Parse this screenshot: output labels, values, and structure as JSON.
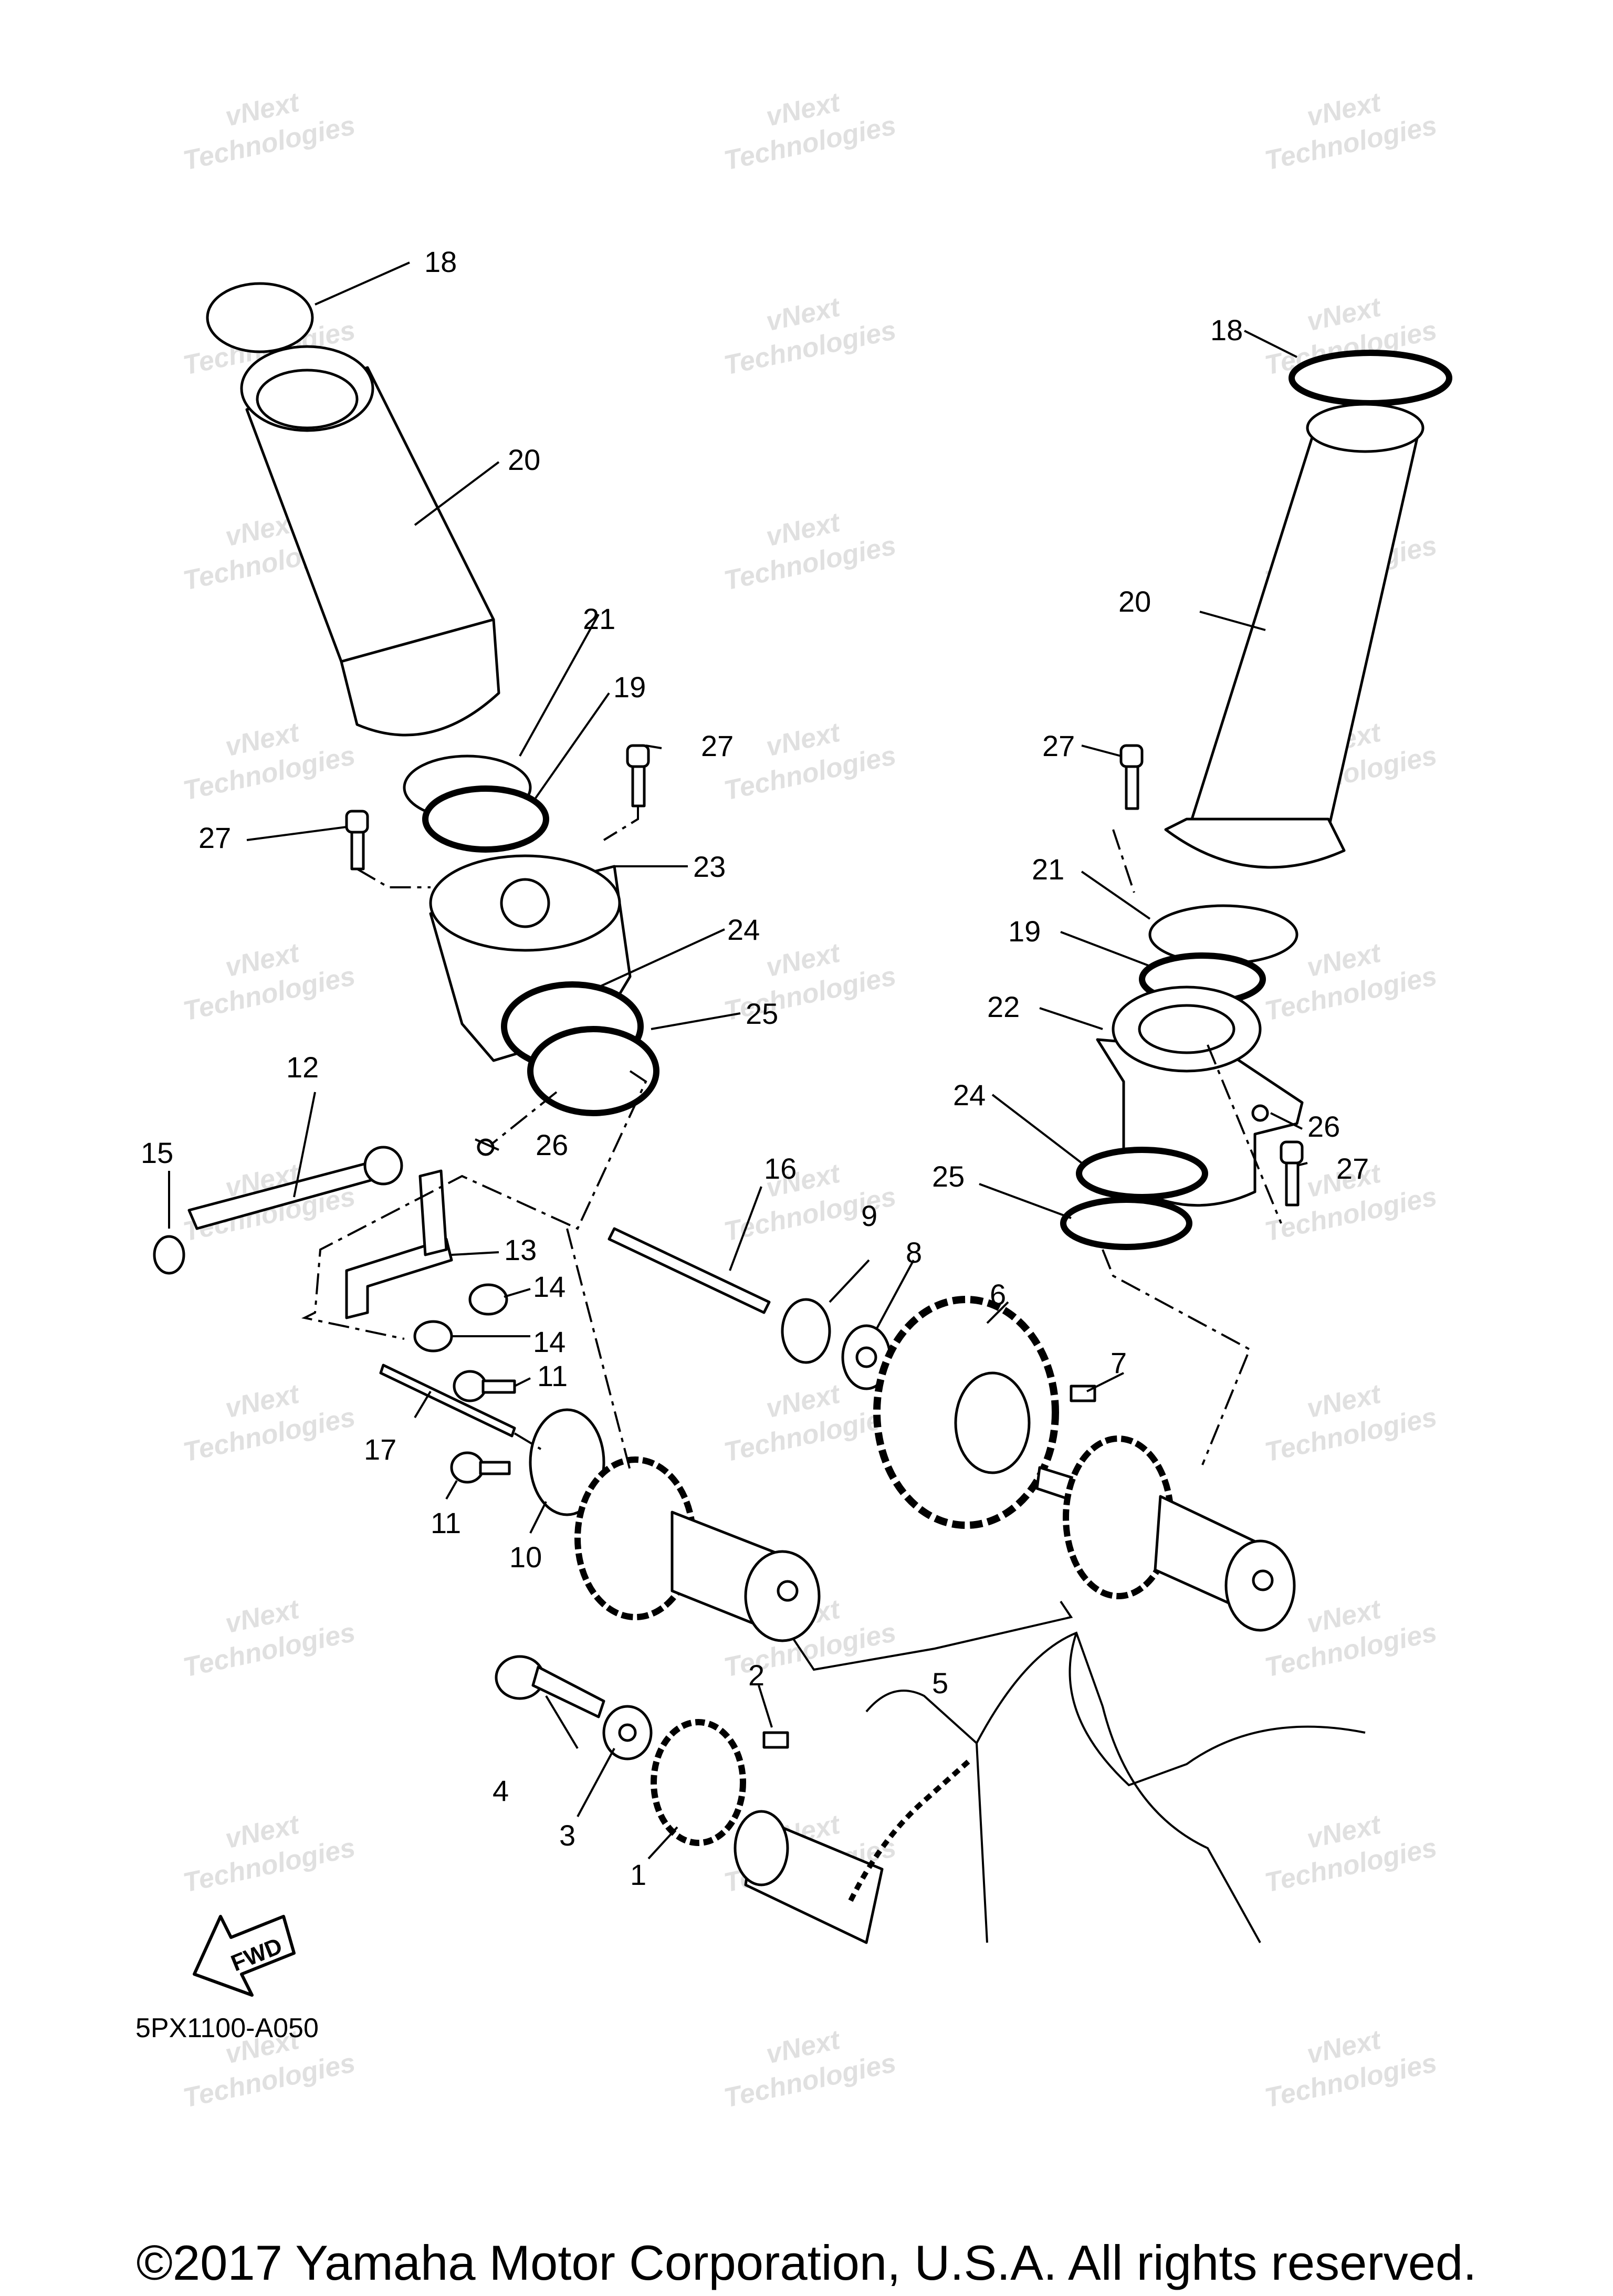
{
  "diagram": {
    "callouts": [
      "1",
      "2",
      "3",
      "4",
      "5",
      "6",
      "7",
      "8",
      "9",
      "10",
      "11",
      "11",
      "12",
      "13",
      "14",
      "14",
      "15",
      "16",
      "17",
      "18",
      "18",
      "19",
      "19",
      "20",
      "20",
      "21",
      "21",
      "22",
      "23",
      "24",
      "24",
      "25",
      "25",
      "26",
      "26",
      "27",
      "27",
      "27",
      "27"
    ],
    "diagram_code": "5PX1100-A050",
    "fwd_label": "FWD",
    "watermark_line1": "vNext",
    "watermark_line2": "Technologies"
  },
  "footer": {
    "copyright": "©2017 Yamaha Motor Corporation, U.S.A. All rights reserved."
  }
}
